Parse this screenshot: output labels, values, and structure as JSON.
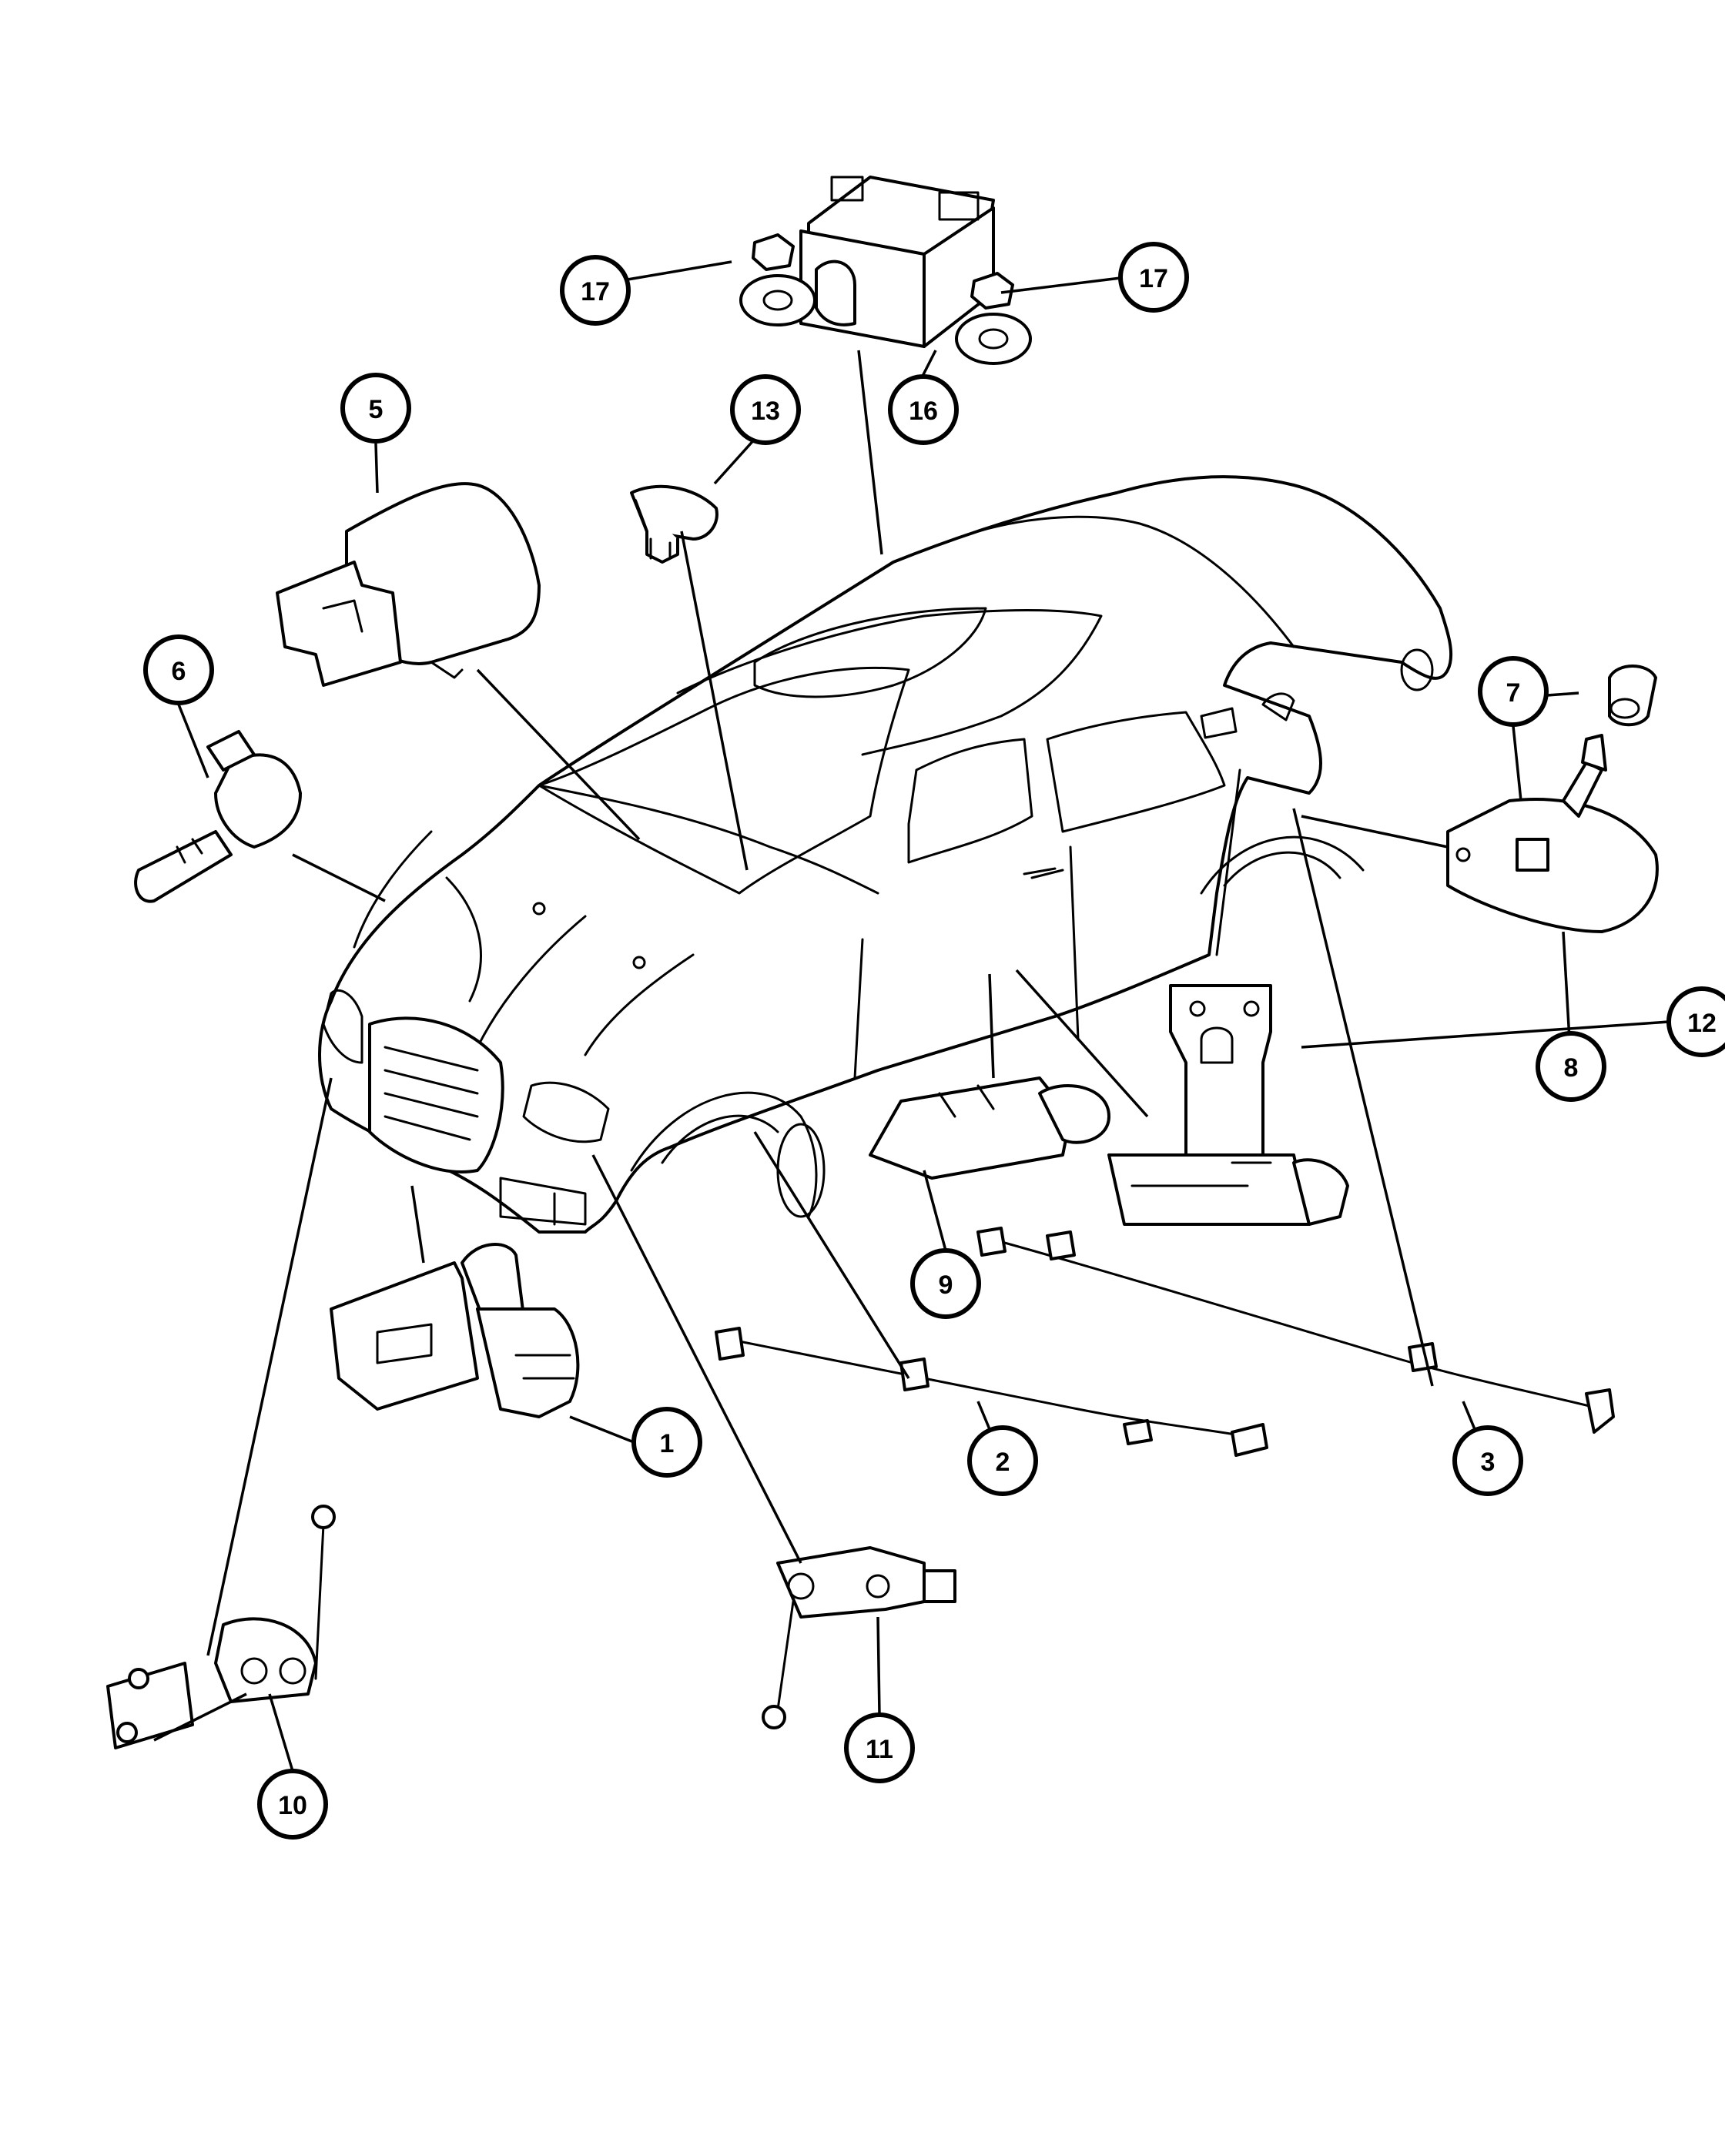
{
  "callouts": [
    {
      "id": "c1",
      "number": "1"
    },
    {
      "id": "c2",
      "number": "2"
    },
    {
      "id": "c3",
      "number": "3"
    },
    {
      "id": "c5",
      "number": "5"
    },
    {
      "id": "c6",
      "number": "6"
    },
    {
      "id": "c7",
      "number": "7"
    },
    {
      "id": "c8",
      "number": "8"
    },
    {
      "id": "c9",
      "number": "9"
    },
    {
      "id": "c10",
      "number": "10"
    },
    {
      "id": "c11",
      "number": "11"
    },
    {
      "id": "c12",
      "number": "12"
    },
    {
      "id": "c13",
      "number": "13"
    },
    {
      "id": "c16",
      "number": "16"
    },
    {
      "id": "c17a",
      "number": "17"
    },
    {
      "id": "c17b",
      "number": "17"
    }
  ]
}
